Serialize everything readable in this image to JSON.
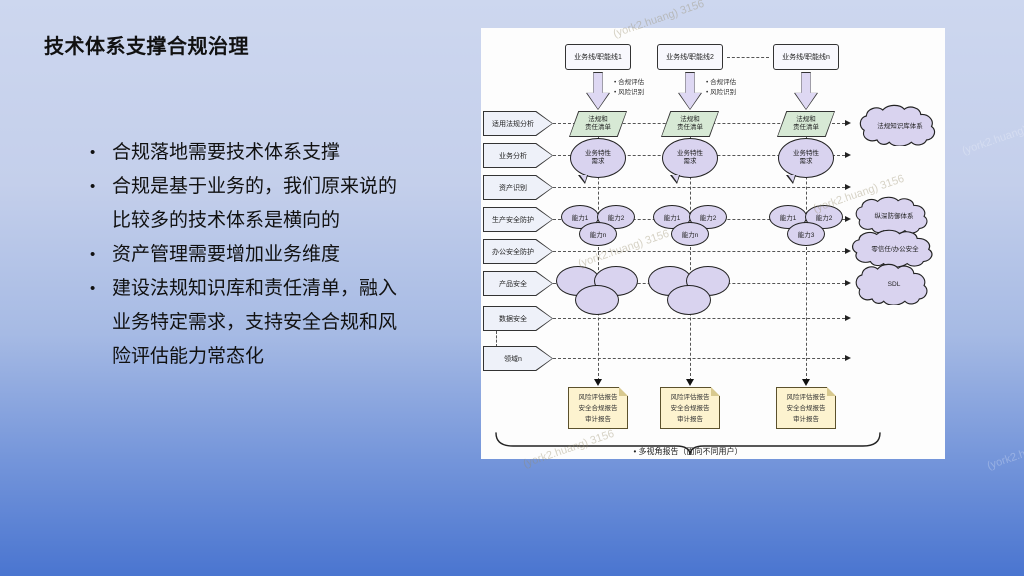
{
  "slide": {
    "title": "技术体系支撑合规治理",
    "bullets": [
      "合规落地需要技术体系支撑",
      "合规是基于业务的，我们原来说的比较多的技术体系是横向的",
      "资产管理需要增加业务维度",
      "建设法规知识库和责任清单，融入业务特定需求，支持安全合规和风险评估能力常态化"
    ]
  },
  "diagram": {
    "business_lines": [
      "业务线/职能线1",
      "业务线/职能线2",
      "业务线/职能线n"
    ],
    "arrow_notes": [
      "合规评估",
      "风险识别"
    ],
    "domain_rows": [
      "适用法规分析",
      "业务分析",
      "资产识别",
      "生产安全防护",
      "办公安全防护",
      "产品安全",
      "数据安全",
      "领域n"
    ],
    "regulation_list": {
      "line1": "法规和",
      "line2": "责任清单"
    },
    "business_need": {
      "line1": "业务特性",
      "line2": "需求"
    },
    "capabilities": [
      "能力1",
      "能力2",
      "能力n"
    ],
    "capabilities_col3": [
      "能力1",
      "能力2",
      "能力3"
    ],
    "clouds": [
      "法规知识库体系",
      "纵深防御体系",
      "零信任/办公安全",
      "SDL"
    ],
    "report_lines": [
      "风险评估报告",
      "安全合规报告",
      "审计报告"
    ],
    "footer": "多视角报告（面向不同用户）"
  },
  "watermark": {
    "text": "(york2.huang) 3156"
  },
  "colors": {
    "bg_top": "#ccd6ee",
    "bg_bottom": "#4a75d0",
    "panel": "#fdfdfd",
    "lavender": "#d9d3ef",
    "green": "#d7e9d5",
    "note_yellow": "#fdf3cf"
  }
}
